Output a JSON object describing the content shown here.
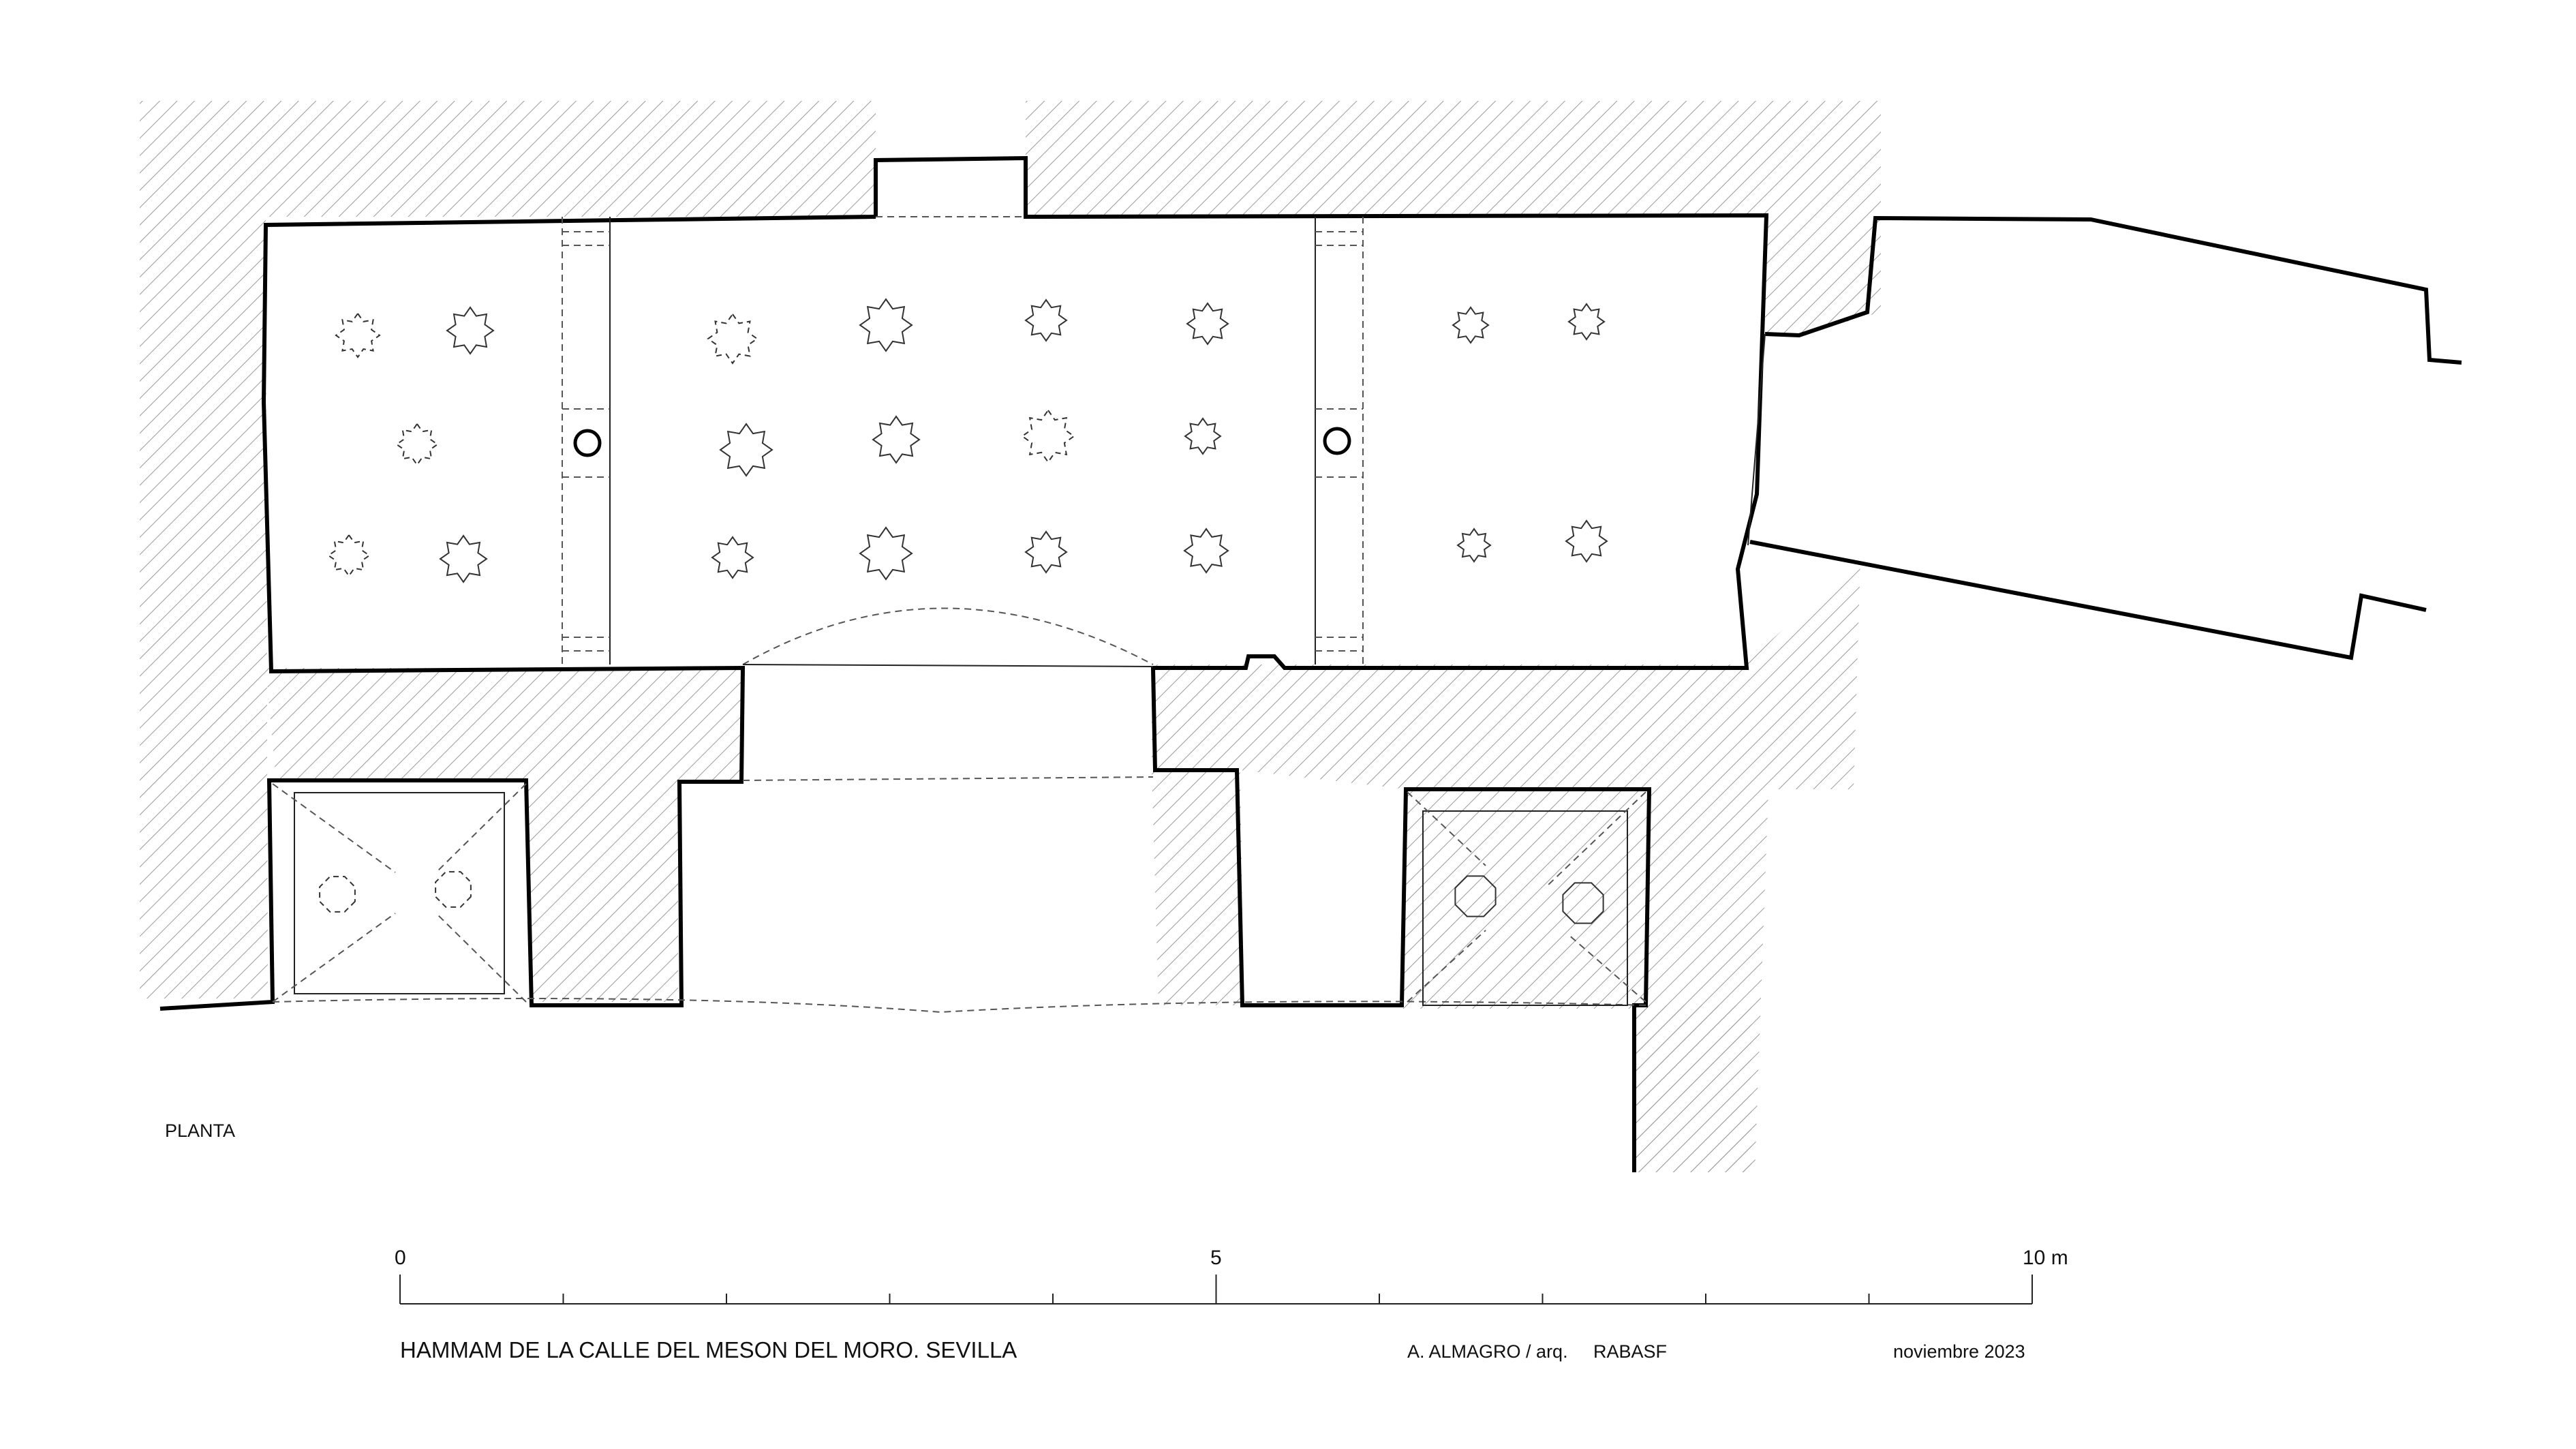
{
  "labels": {
    "view": "PLANTA",
    "title": "HAMMAM DE LA CALLE DEL MESON DEL MORO. SEVILLA",
    "author": "A. ALMAGRO / arq.",
    "institution": "RABASF",
    "date": "noviembre 2023"
  },
  "scale_bar": {
    "tick_labels": [
      "0",
      "5",
      "10 m"
    ],
    "max_m": 10
  }
}
